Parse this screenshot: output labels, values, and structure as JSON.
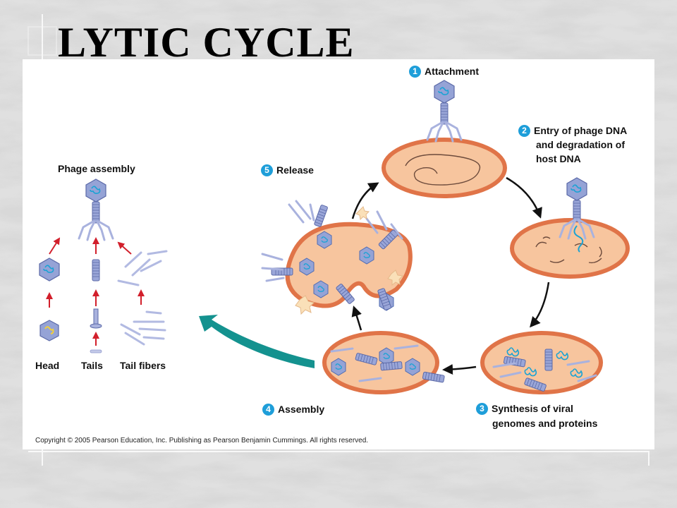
{
  "title": "LYTIC CYCLE",
  "stages": [
    {
      "number": "1",
      "label": "Attachment"
    },
    {
      "number": "2",
      "lines": [
        "Entry of phage DNA",
        "and degradation of",
        "host DNA"
      ]
    },
    {
      "number": "3",
      "lines": [
        "Synthesis of viral",
        "genomes and proteins"
      ]
    },
    {
      "number": "4",
      "label": "Assembly"
    },
    {
      "number": "5",
      "label": "Release"
    }
  ],
  "assembly_panel": {
    "title": "Phage assembly",
    "parts": [
      "Head",
      "Tails",
      "Tail fibers"
    ]
  },
  "copyright": "Copyright © 2005 Pearson Education, Inc. Publishing as Pearson Benjamin Cummings. All rights reserved.",
  "colors": {
    "cell_fill": "#f8c9a0",
    "cell_wall": "#e07448",
    "phage": "#8f9fd2",
    "dna": "#1aa3d4",
    "arrow_teal": "#14928f",
    "arrow_red": "#d21f2b",
    "stage_badge": "#1e9ed9"
  }
}
